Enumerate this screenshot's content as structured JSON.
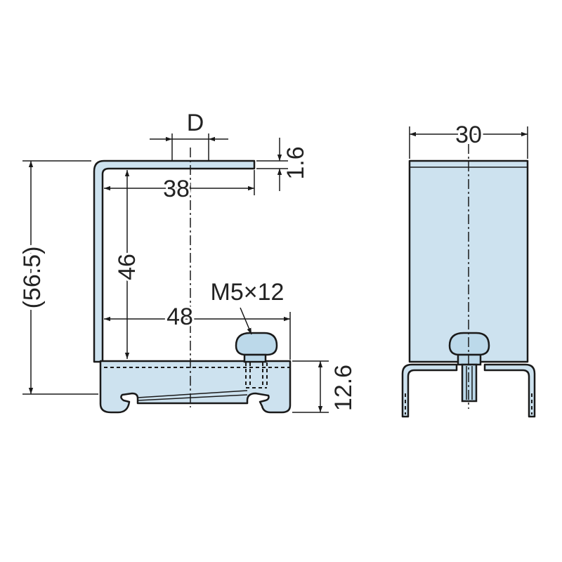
{
  "colors": {
    "part_fill": "#cde2ef",
    "outline": "#1a1a1a",
    "background": "#ffffff"
  },
  "side_view": {
    "dim_d": "D",
    "dim_plate": "1.6",
    "dim_38": "38",
    "dim_46": "46",
    "dim_overall": "(56.5)",
    "dim_48": "48",
    "dim_bolt": "M5×12",
    "dim_12_6": "12.6"
  },
  "front_view": {
    "dim_width": "30"
  }
}
